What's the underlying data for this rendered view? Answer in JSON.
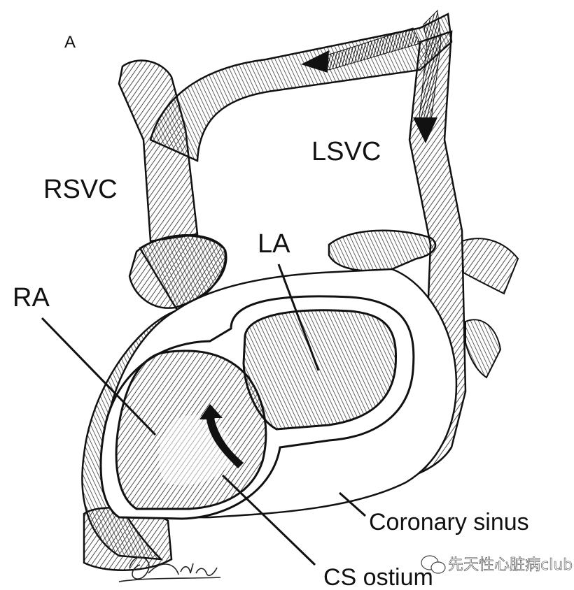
{
  "figure": {
    "panel_letter": "A",
    "labels": {
      "rsvc": "RSVC",
      "lsvc": "LSVC",
      "la": "LA",
      "ra": "RA",
      "coronary_sinus": "Coronary sinus",
      "cs_ostium": "CS ostium"
    },
    "signature": "Idris",
    "watermark": "先天性心脏病club"
  },
  "colors": {
    "ink": "#111111",
    "paper": "#ffffff"
  }
}
